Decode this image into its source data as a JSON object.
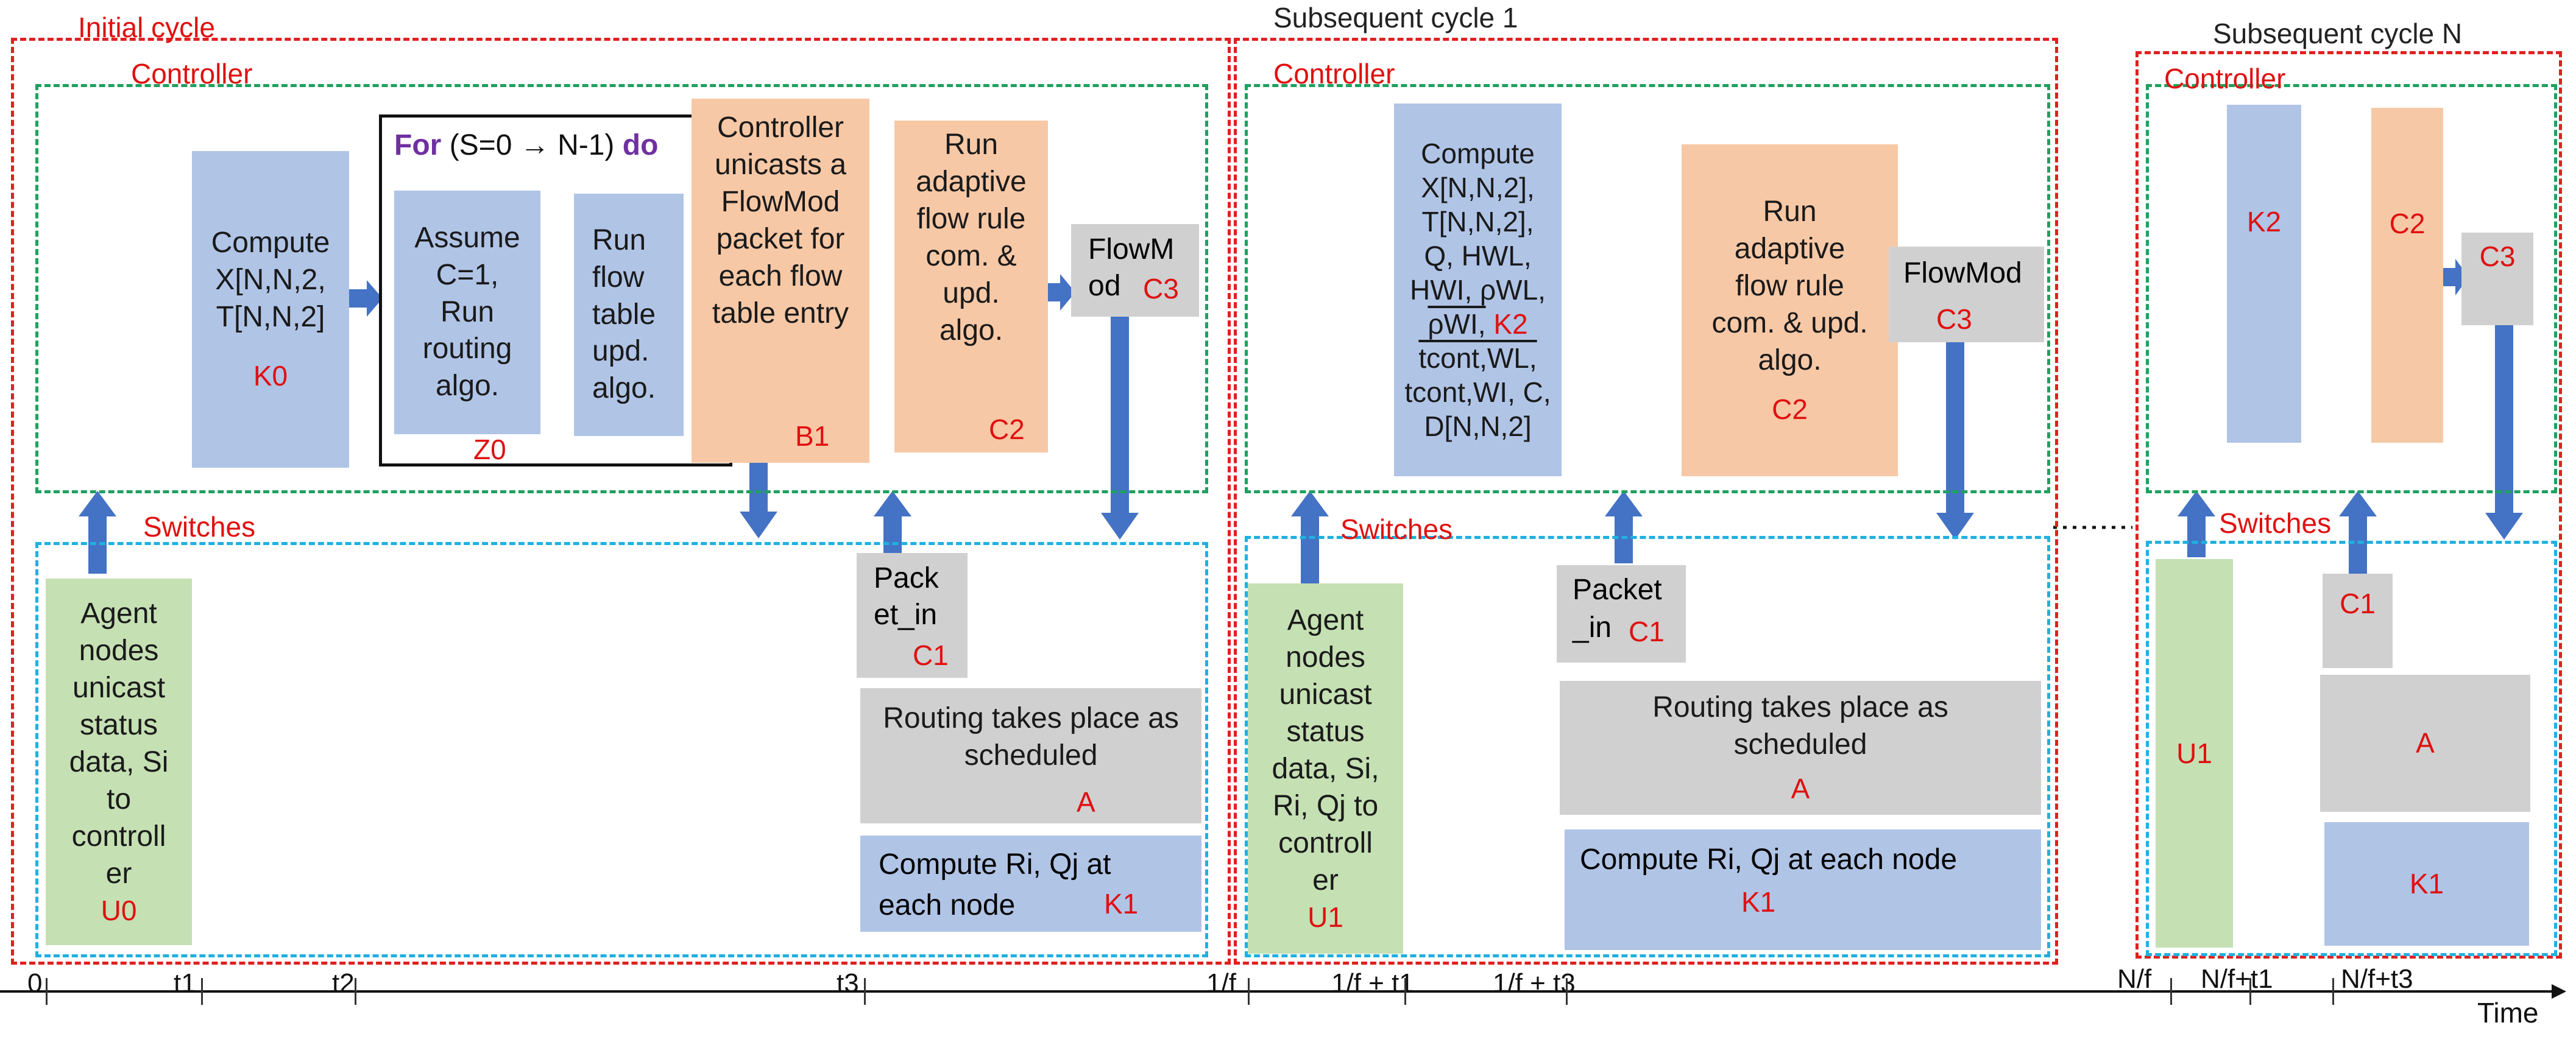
{
  "cycles": {
    "initial": {
      "title": "Initial cycle",
      "controller": "Controller",
      "switches": "Switches"
    },
    "sub1": {
      "title": "Subsequent cycle 1",
      "controller": "Controller",
      "switches": "Switches"
    },
    "subN": {
      "title": "Subsequent cycle N",
      "controller": "Controller",
      "switches": "Switches"
    }
  },
  "blocks": {
    "k0_text": "Compute X[N,N,2, T[N,N,2]",
    "k0_tag": "K0",
    "z0_header_for": "For",
    "z0_header_range": "(S=0 → N-1)",
    "z0_header_do": "do",
    "z0_tag": "Z0",
    "z0_assume": "Assume C=1, Run routing algo.",
    "z0_flow": "Run flow table upd. algo.",
    "b1_text": "Controller unicasts a FlowMod packet for each flow table entry",
    "b1_tag": "B1",
    "c2_text": "Run adaptive flow rule com. & upd. algo.",
    "c2_tag": "C2",
    "c3_text": "FlowM od",
    "c3_tag": "C3",
    "u0_text": "Agent nodes unicast status data, Si to controll er",
    "u0_tag": "U0",
    "c1_text": "Pack et_in",
    "c1_tag": "C1",
    "a_text": "Routing takes place as scheduled",
    "a_tag": "A",
    "k1_text": "Compute Ri, Qj at each node",
    "k1_tag": "K1",
    "k2_line1": "Compute",
    "k2_line2": "X[N,N,2],",
    "k2_line3": "T[N,N,2],",
    "k2_line4": "Q, HWL,",
    "k2_line5": "HWI, ρWL,",
    "k2_line6": "ρWI,",
    "k2_line7": "tcont,WL,",
    "k2_line8": "tcont,WI, C,",
    "k2_line9": "D[N,N,2]",
    "k2_tag": "K2",
    "c2b_text": "Run adaptive flow rule com. & upd. algo.",
    "c3b_text": "FlowMod",
    "c1b_text": "Packet _in",
    "u1_text": "Agent nodes unicast status data, Si, Ri, Qj to controll er",
    "u1_tag": "U1",
    "a2_text": "Routing takes place as scheduled",
    "k1b_text": "Compute Ri, Qj at each node"
  },
  "axis": {
    "label": "Time",
    "ticks": [
      "0",
      "t1",
      "t2",
      "t3",
      "1/f",
      "1/f + t1",
      "1/f + t3",
      "N/f",
      "N/f+t1",
      "N/f+t3"
    ]
  },
  "colors": {
    "red": "#e02020",
    "green": "#20a060",
    "cyan": "#20b0e0",
    "arrow": "#4472c4"
  }
}
